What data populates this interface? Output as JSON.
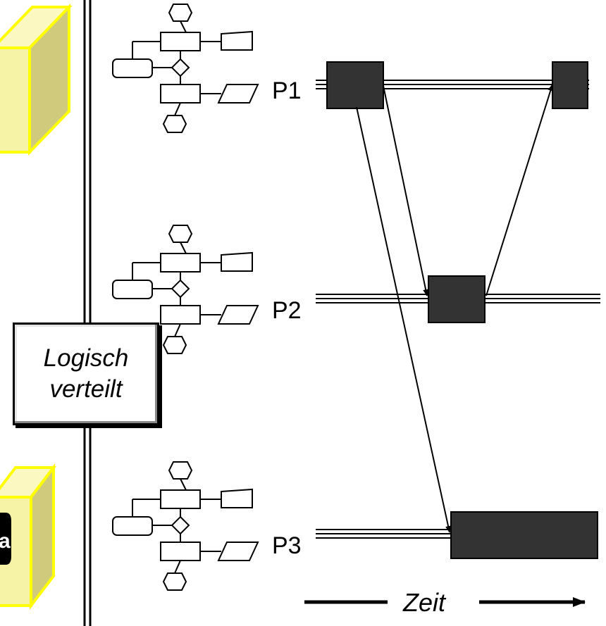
{
  "processes": [
    {
      "id": "p1",
      "label": "P1"
    },
    {
      "id": "p2",
      "label": "P2"
    },
    {
      "id": "p3",
      "label": "P3"
    }
  ],
  "time_axis": {
    "label": "Zeit"
  },
  "callout": {
    "line1": "Logisch",
    "line2": "verteilt"
  },
  "colors": {
    "cube": "#f7f3a6",
    "cube_side": "#cfca7c",
    "cube_border": "#ffff00",
    "block": "#333333"
  },
  "icons": [
    "cube-icon",
    "flowchart-icon",
    "message-arrow-icon"
  ]
}
